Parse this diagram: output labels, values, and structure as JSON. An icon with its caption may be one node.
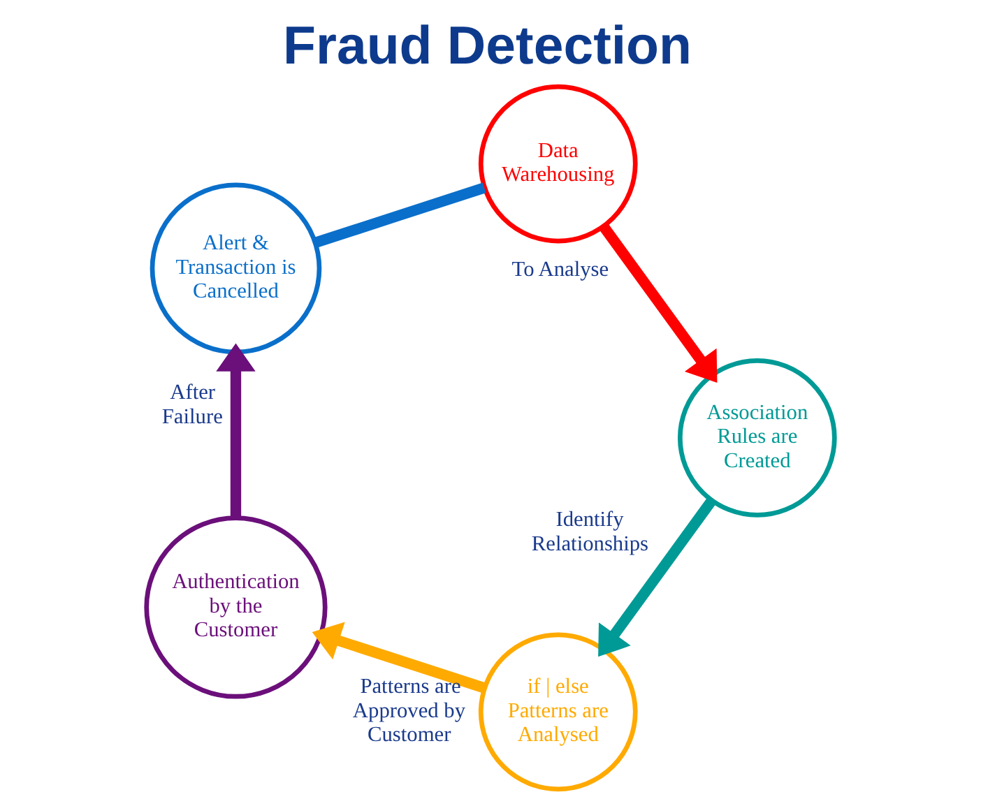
{
  "diagram": {
    "title": "Fraud Detection",
    "nodes": [
      {
        "text": [
          "Data Warehousing"
        ]
      },
      {
        "text": [
          "Association Rules are Created"
        ]
      },
      {
        "text": [
          "if | else Patterns are Analysed"
        ]
      },
      {
        "text": [
          "Authentication by the Customer"
        ]
      },
      {
        "text": [
          "Alert & Transaction is Cancelled"
        ]
      }
    ],
    "edges": [
      {
        "from": 0,
        "to": 1,
        "arrow": "to",
        "label": "To Analyse",
        "color": "#ff0000"
      },
      {
        "from": 1,
        "to": 2,
        "arrow": "to",
        "label": "Identify Relationships",
        "color": "#009a96"
      },
      {
        "from": 2,
        "to": 3,
        "arrow": "to",
        "label": "Patterns are Approved by Customer",
        "color": "#ffaa00"
      },
      {
        "from": 3,
        "to": 4,
        "arrow": "to",
        "label": "After Failure",
        "color": "#6b0f7a"
      },
      {
        "from": 4,
        "to": 0,
        "arrow": "none",
        "color": "#0a6fca"
      }
    ]
  }
}
